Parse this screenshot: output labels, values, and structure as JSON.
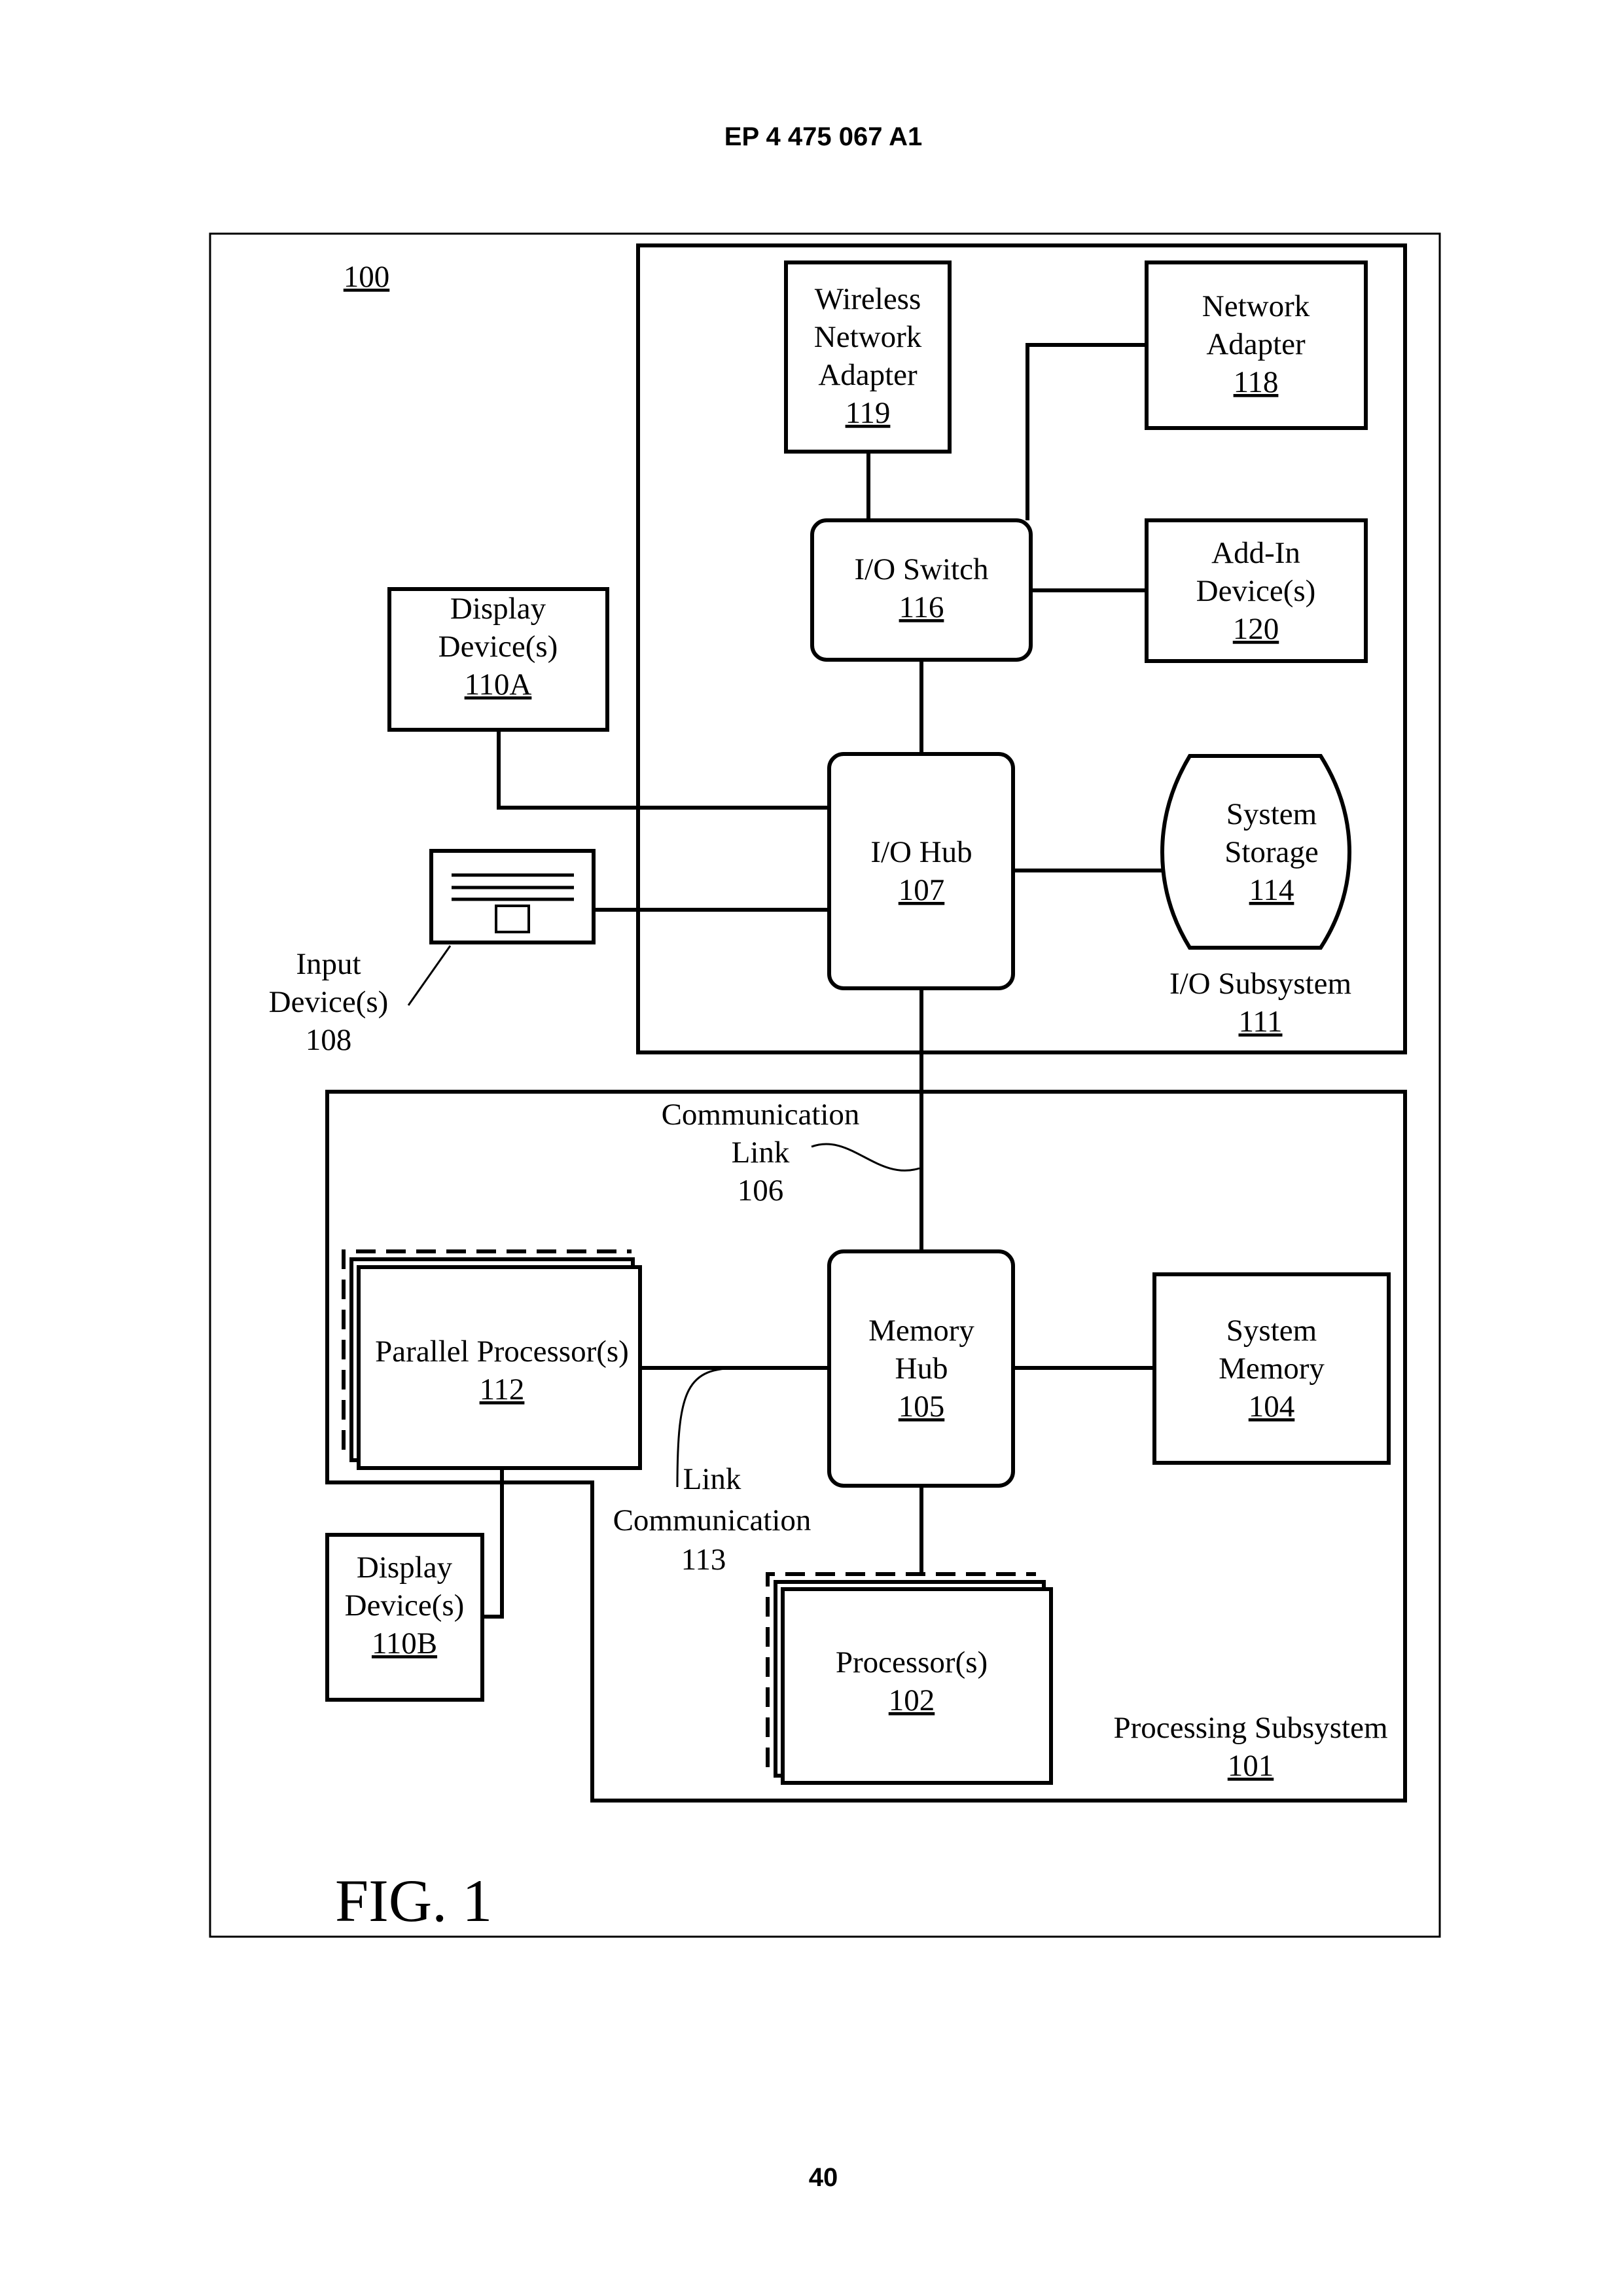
{
  "header": {
    "patent_number": "EP 4 475 067 A1"
  },
  "figure": {
    "ref": "100",
    "caption": "FIG. 1",
    "page_number": "40"
  },
  "components": {
    "wireless_adapter": {
      "lines": [
        "Wireless",
        "Network",
        "Adapter"
      ],
      "ref": "119"
    },
    "network_adapter": {
      "lines": [
        "Network",
        "Adapter"
      ],
      "ref": "118"
    },
    "io_switch": {
      "lines": [
        "I/O Switch"
      ],
      "ref": "116"
    },
    "addin_device": {
      "lines": [
        "Add-In",
        "Device(s)"
      ],
      "ref": "120"
    },
    "display_a": {
      "lines": [
        "Display",
        "Device(s)"
      ],
      "ref": "110A"
    },
    "io_hub": {
      "lines": [
        "I/O Hub"
      ],
      "ref": "107"
    },
    "system_storage": {
      "lines": [
        "System",
        "Storage"
      ],
      "ref": "114"
    },
    "input_device": {
      "lines": [
        "Input",
        "Device(s)"
      ],
      "ref": "108"
    },
    "io_subsystem": {
      "lines": [
        "I/O Subsystem"
      ],
      "ref": "111"
    },
    "comm_link": {
      "lines": [
        "Communication",
        "Link"
      ],
      "ref": "106"
    },
    "parallel_proc": {
      "lines": [
        "Parallel Processor(s)"
      ],
      "ref": "112"
    },
    "memory_hub": {
      "lines": [
        "Memory",
        "Hub"
      ],
      "ref": "105"
    },
    "system_memory": {
      "lines": [
        "System",
        "Memory"
      ],
      "ref": "104"
    },
    "comm_link_113": {
      "lines": [
        "Link",
        "Communication"
      ],
      "ref": "113"
    },
    "display_b": {
      "lines": [
        "Display",
        "Device(s)"
      ],
      "ref": "110B"
    },
    "processor": {
      "lines": [
        "Processor(s)"
      ],
      "ref": "102"
    },
    "processing_subsystem": {
      "lines": [
        "Processing Subsystem"
      ],
      "ref": "101"
    }
  }
}
